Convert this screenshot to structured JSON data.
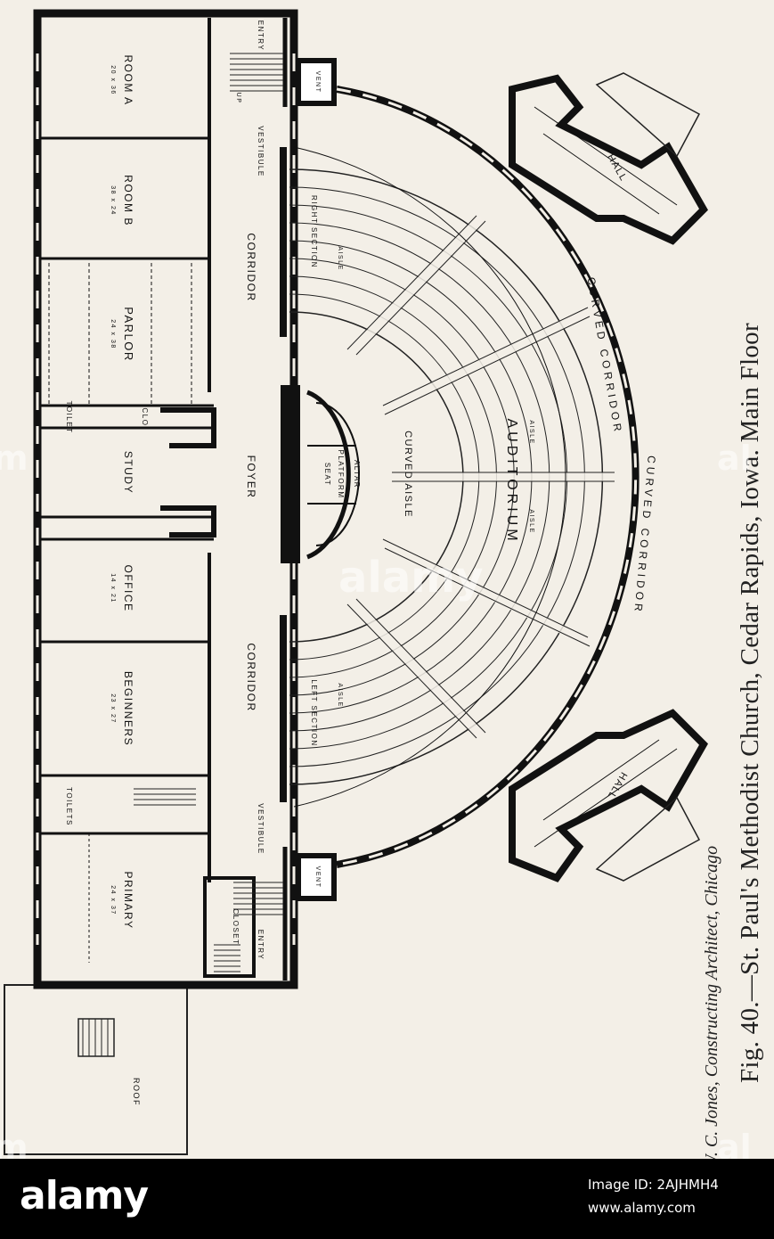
{
  "caption": {
    "figure": "Fig. 40.—St. Paul's Methodist Church, Cedar Rapids, Iowa. Main Floor",
    "architect": "W. C. Jones, Constructing Architect, Chicago"
  },
  "rooms": {
    "room_a": "ROOM A",
    "room_a_cap": "20 x 36",
    "room_b": "ROOM B",
    "room_b_cap": "38 x 24",
    "parlor": "PARLOR",
    "parlor_cap": "24 x 38",
    "toilet": "TOILET",
    "clo": "CLO",
    "study": "STUDY",
    "office": "OFFICE",
    "office_cap": "14 x 21",
    "beginners": "BEGINNERS",
    "beginners_cap": "23 x 27",
    "toilets": "TOILETS",
    "primary": "PRIMARY",
    "primary_cap": "24 x 37",
    "closet": "CLOSET",
    "roof": "ROOF",
    "entry": "ENTRY",
    "vestibule": "VESTIBULE",
    "corridor": "CORRIDOR",
    "foyer": "FOYER",
    "vent": "VENT",
    "hall": "HALL",
    "up": "UP",
    "seat": "SEAT",
    "platform": "PLATFORM",
    "altar": "ALTAR",
    "curved_aisle": "CURVED AISLE",
    "auditorium": "AUDITORIUM",
    "aisle": "AISLE",
    "curved_corridor": "CURVED CORRIDOR",
    "right_section": "RIGHT SECTION",
    "left_section": "LEFT SECTION"
  },
  "footer": {
    "logo": "alamy",
    "code": "Image ID: 2AJHMH4",
    "url": "www.alamy.com"
  }
}
